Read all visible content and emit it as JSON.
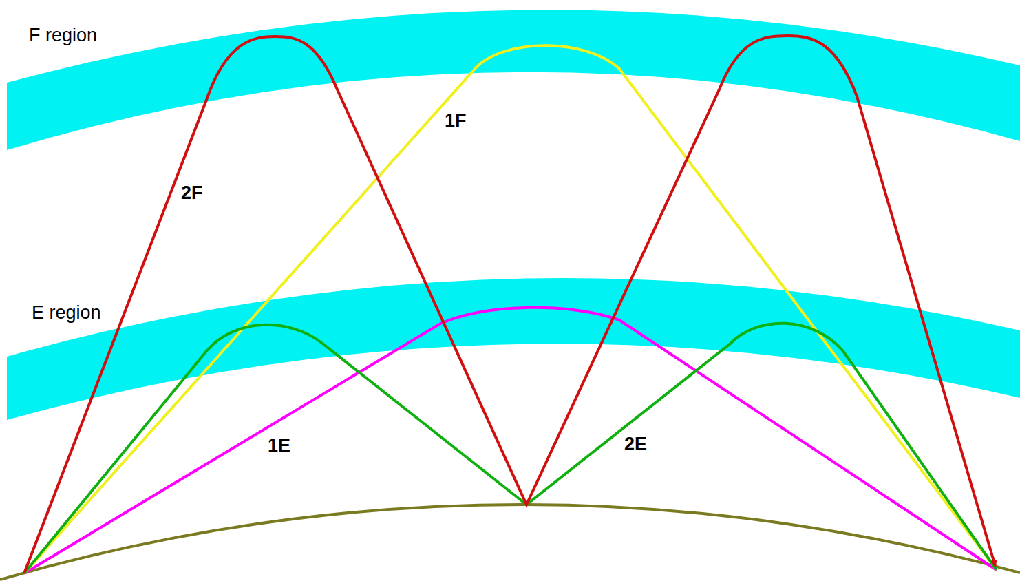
{
  "diagram": {
    "labels": [
      "F region",
      "1F",
      "2F",
      "E region",
      "1E",
      "2E"
    ]
  }
}
